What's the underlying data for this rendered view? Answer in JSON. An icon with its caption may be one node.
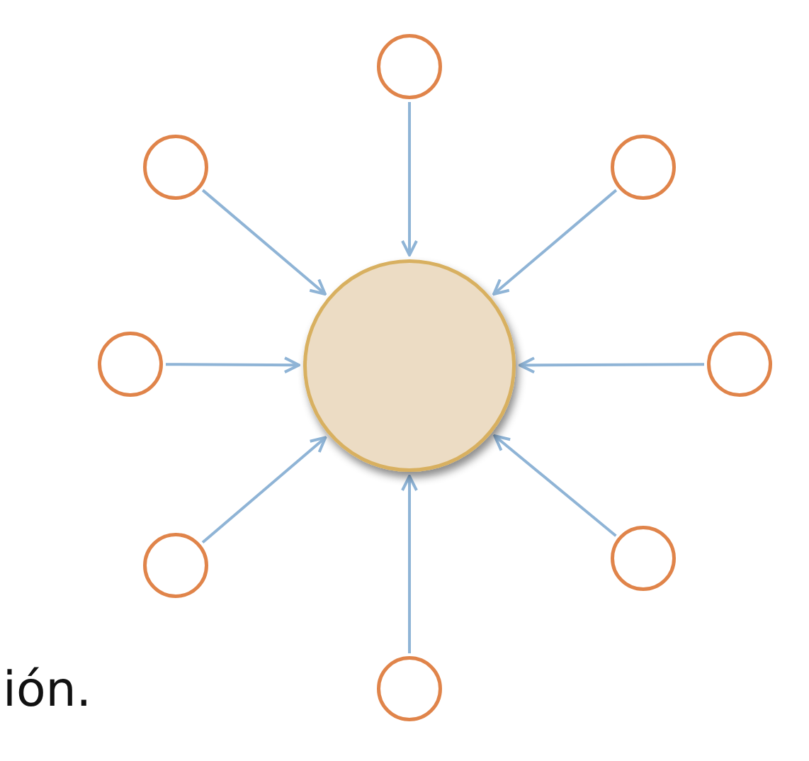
{
  "diagram": {
    "nodes": [
      {
        "text": [],
        "shape": "circle"
      },
      {
        "text": [],
        "shape": "circle"
      },
      {
        "text": [],
        "shape": "circle"
      },
      {
        "text": [],
        "shape": "circle"
      },
      {
        "text": [],
        "shape": "circle"
      },
      {
        "text": [],
        "shape": "circle"
      },
      {
        "text": [],
        "shape": "circle"
      },
      {
        "text": [],
        "shape": "circle"
      },
      {
        "text": [],
        "shape": "circle"
      }
    ],
    "edges": [
      {
        "from": 0,
        "to": 4,
        "arrow": "to"
      },
      {
        "from": 1,
        "to": 4,
        "arrow": "to"
      },
      {
        "from": 2,
        "to": 4,
        "arrow": "to"
      },
      {
        "from": 3,
        "to": 4,
        "arrow": "to"
      },
      {
        "from": 5,
        "to": 4,
        "arrow": "to"
      },
      {
        "from": 6,
        "to": 4,
        "arrow": "to"
      },
      {
        "from": 7,
        "to": 4,
        "arrow": "to"
      },
      {
        "from": 8,
        "to": 4,
        "arrow": "to"
      }
    ],
    "labels": [
      "ión."
    ]
  }
}
